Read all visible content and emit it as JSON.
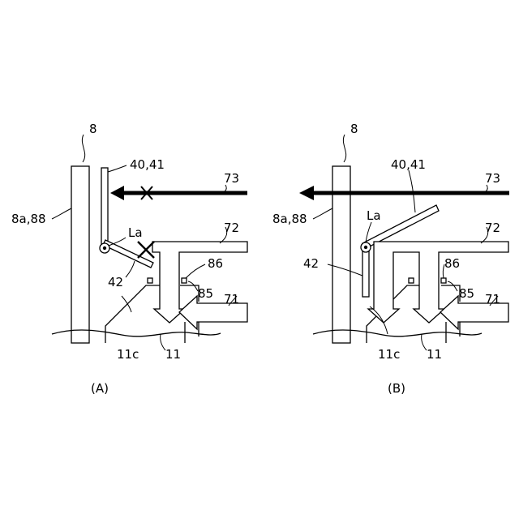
{
  "panel_a": {
    "caption": "(A)",
    "labels": {
      "wall": "8",
      "wall_face": "8a,88",
      "flap": "40,41",
      "pivot": "La",
      "flap_tip": "42",
      "airflow_top": "73",
      "airflow_mid": "72",
      "airflow_low": "71",
      "sensor_86": "86",
      "sensor_85": "85",
      "duct": "11",
      "duct_wall": "11c"
    }
  },
  "panel_b": {
    "caption": "(B)",
    "labels": {
      "wall": "8",
      "wall_face": "8a,88",
      "flap": "40,41",
      "pivot": "La",
      "flap_tip": "42",
      "airflow_top": "73",
      "airflow_mid": "72",
      "airflow_low": "71",
      "sensor_86": "86",
      "sensor_85": "85",
      "duct": "11",
      "duct_wall": "11c"
    }
  }
}
